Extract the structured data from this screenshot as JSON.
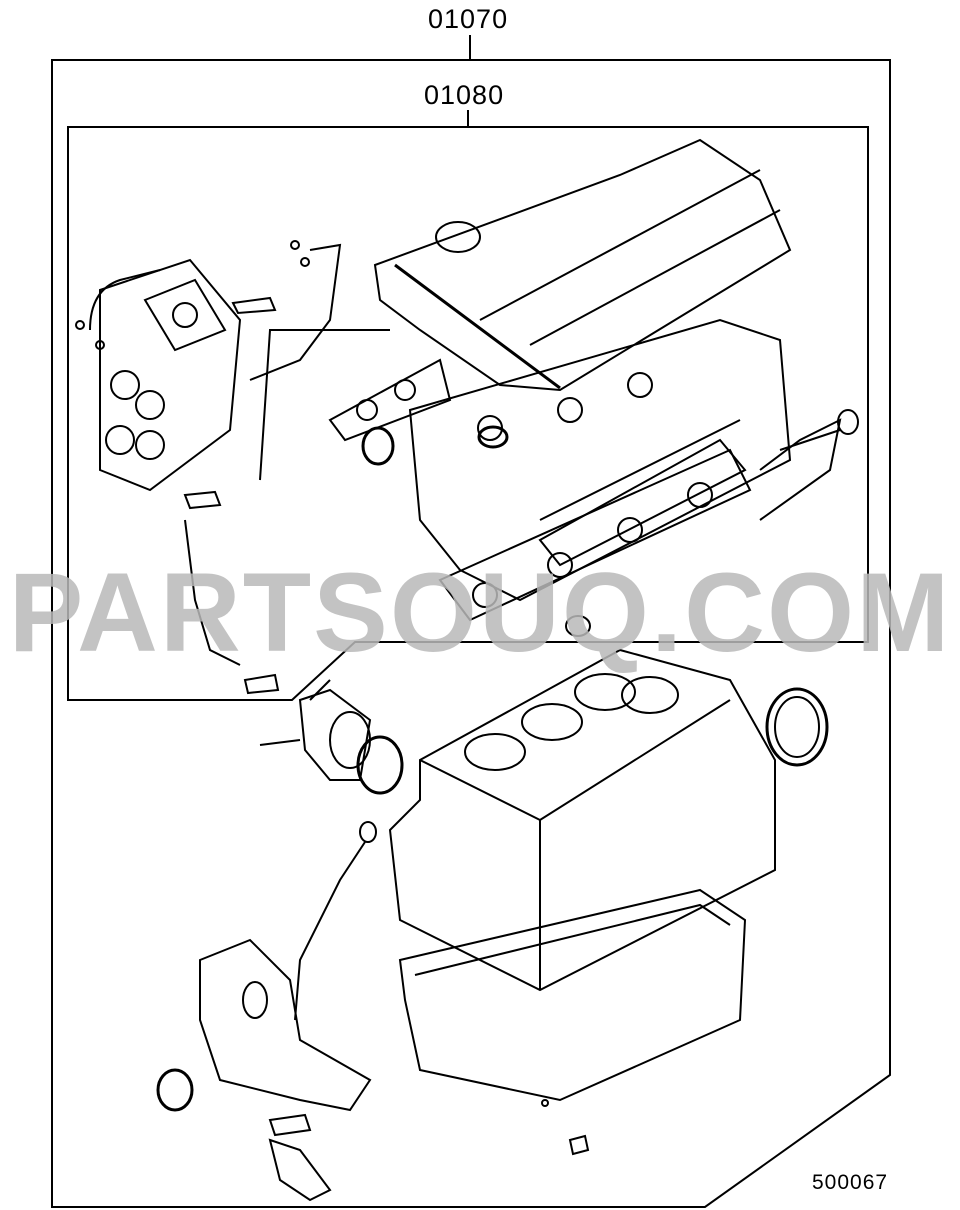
{
  "diagram": {
    "outer_kit_part_number": "01070",
    "inner_kit_part_number": "01080",
    "figure_number": "500067",
    "watermark": "PARTSOUQ.COM",
    "line_color": "#000000",
    "watermark_color": "#b9b9b9"
  }
}
